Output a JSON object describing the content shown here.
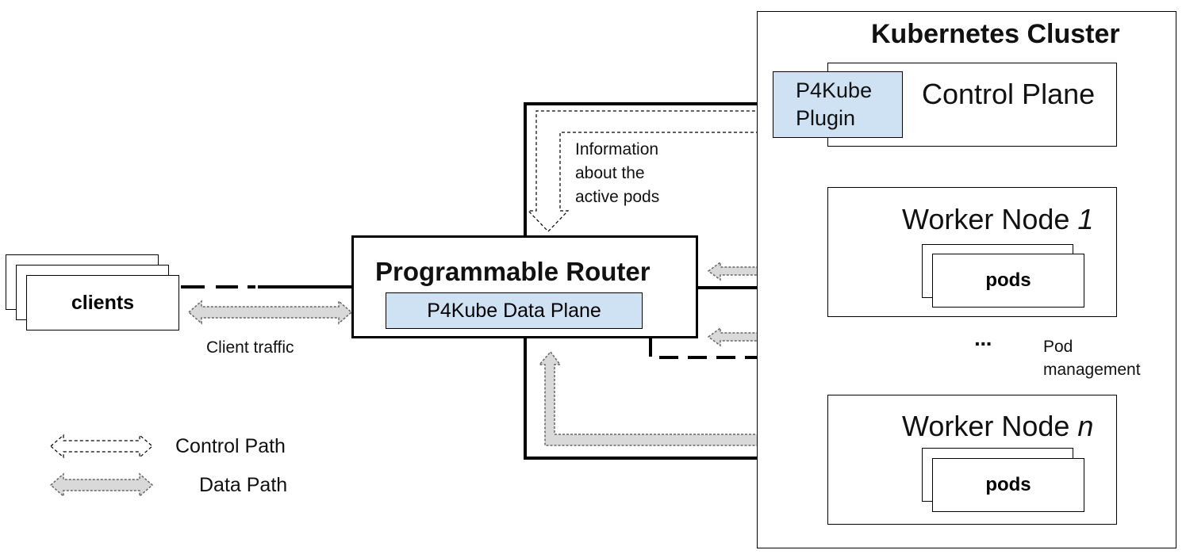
{
  "cluster": {
    "title": "Kubernetes Cluster"
  },
  "control_plane": {
    "label": "Control Plane",
    "plugin_line1": "P4Kube",
    "plugin_line2": "Plugin"
  },
  "router": {
    "title": "Programmable Router",
    "data_plane": "P4Kube Data Plane"
  },
  "clients": {
    "label": "clients",
    "traffic_label": "Client traffic"
  },
  "worker1": {
    "label": "Worker Node ",
    "index": "1",
    "pods": "pods"
  },
  "workern": {
    "label": "Worker Node ",
    "index": "n",
    "pods": "pods"
  },
  "annotations": {
    "info_line1": "Information",
    "info_line2": "about the",
    "info_line3": "active pods",
    "pod_mgmt_line1": "Pod",
    "pod_mgmt_line2": "management",
    "ellipsis": "···"
  },
  "legend": {
    "control_path": "Control Path",
    "data_path": "Data Path"
  },
  "colors": {
    "accent_fill": "#cfe2f3",
    "data_arrow_fill": "#d9d9d9",
    "line": "#000000"
  }
}
